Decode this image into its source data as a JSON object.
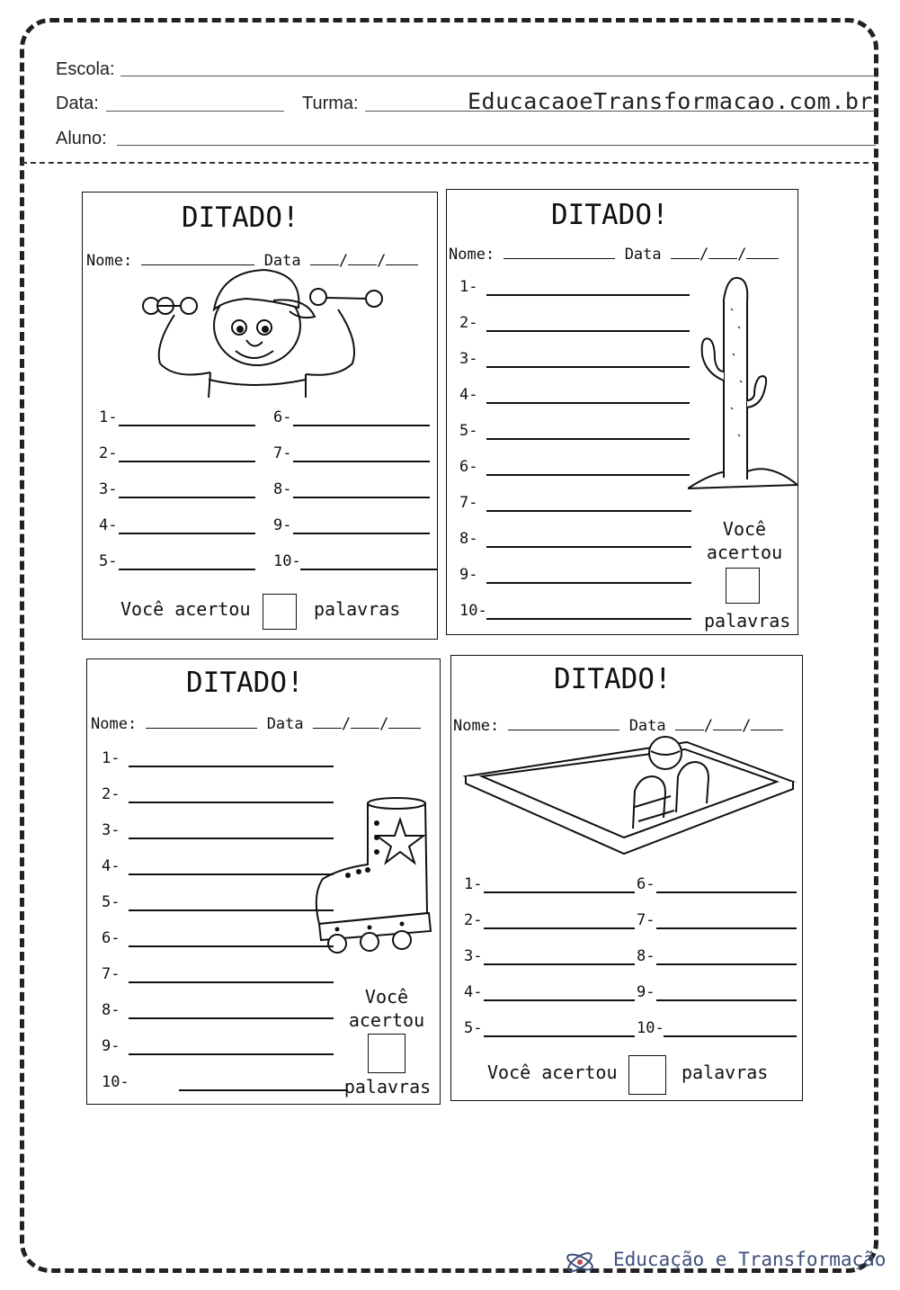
{
  "header": {
    "escola_label": "Escola:",
    "data_label": "Data:",
    "turma_label": "Turma:",
    "aluno_label": "Aluno:",
    "site": "EducacaoeTransformacao.com.br"
  },
  "cards": [
    {
      "title": "DITADO!",
      "nome_label": "Nome:",
      "data_label": "Data",
      "date_slash": "/",
      "numbers": [
        "1-",
        "2-",
        "3-",
        "4-",
        "5-",
        "6-",
        "7-",
        "8-",
        "9-",
        "10-"
      ],
      "score_you": "Você acertou",
      "score_words": "palavras",
      "illustration": "boy-lifting-dumbbells"
    },
    {
      "title": "DITADO!",
      "nome_label": "Nome:",
      "data_label": "Data",
      "date_slash": "/",
      "numbers": [
        "1-",
        "2-",
        "3-",
        "4-",
        "5-",
        "6-",
        "7-",
        "8-",
        "9-",
        "10-"
      ],
      "score_line1": "Você",
      "score_line2": "acertou",
      "score_words": "palavras",
      "illustration": "cactus"
    },
    {
      "title": "DITADO!",
      "nome_label": "Nome:",
      "data_label": "Data",
      "date_slash": "/",
      "numbers": [
        "1-",
        "2-",
        "3-",
        "4-",
        "5-",
        "6-",
        "7-",
        "8-",
        "9-",
        "10-"
      ],
      "score_line1": "Você",
      "score_line2": "acertou",
      "score_words": "palavras",
      "illustration": "roller-skate"
    },
    {
      "title": "DITADO!",
      "nome_label": "Nome:",
      "data_label": "Data",
      "date_slash": "/",
      "numbers": [
        "1-",
        "2-",
        "3-",
        "4-",
        "5-",
        "6-",
        "7-",
        "8-",
        "9-",
        "10-"
      ],
      "score_you": "Você acertou",
      "score_words": "palavras",
      "illustration": "swimming-pool"
    }
  ],
  "footer": {
    "brand": "Educação e Transformação",
    "icon": "atom-logo-icon"
  }
}
